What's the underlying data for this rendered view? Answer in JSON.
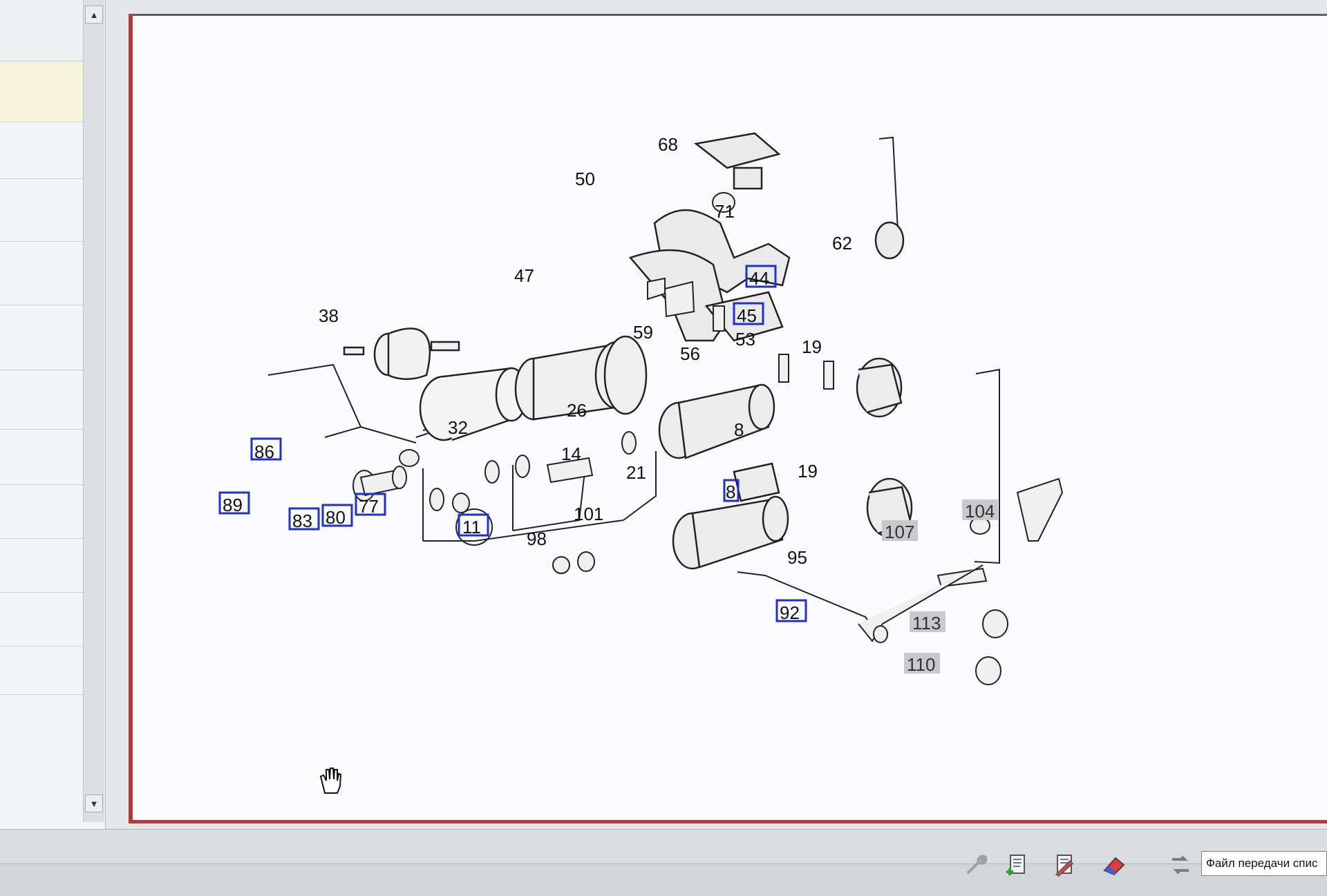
{
  "colors": {
    "highlight_box": "#1f2fd8",
    "viewport_border": "#b43a32",
    "gray_label_bg": "#c9c9cb"
  },
  "diagram": {
    "labels": [
      "68",
      "50",
      "71",
      "62",
      "47",
      "44",
      "45",
      "38",
      "59",
      "56",
      "53",
      "19",
      "26",
      "8",
      "32",
      "14",
      "21",
      "101",
      "98",
      "95",
      "86",
      "89",
      "83",
      "80",
      "77"
    ],
    "highlighted_labels": [
      "86",
      "89",
      "83",
      "80",
      "77",
      "44",
      "45",
      "92",
      "8"
    ],
    "circled_labels": [
      "11"
    ],
    "grayed_labels": [
      "104",
      "107",
      "113",
      "110"
    ],
    "extra_labels": [
      "19",
      "92",
      "11"
    ]
  },
  "toolbar": {
    "file_field_text": "Файл передачи спис",
    "icons": [
      "wrench-icon",
      "add-document-icon",
      "edit-document-icon",
      "eraser-icon",
      "transfer-icon"
    ]
  },
  "left_scroll": {
    "up_icon": "▲",
    "down_icon": "▼"
  }
}
